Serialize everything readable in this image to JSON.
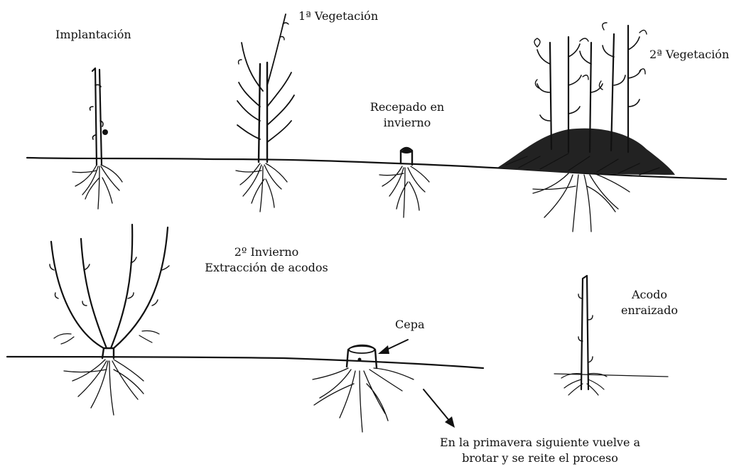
{
  "labels": {
    "implantacion": "Implantación",
    "vegetacion1": "1ª Vegetación",
    "recepado_line1": "Recepado en",
    "recepado_line2": "invierno",
    "vegetacion2": "2ª Vegetación",
    "invierno2_line1": "2º Invierno",
    "invierno2_line2": "Extracción de acodos",
    "acodo_line1": "Acodo",
    "acodo_line2": "enraizado",
    "cepa": "Cepa",
    "primavera_line1": "En la primavera siguiente vuelve a",
    "primavera_line2": "brotar y se reite el proceso"
  },
  "colors": {
    "ink": "#111111",
    "background": "#ffffff"
  }
}
